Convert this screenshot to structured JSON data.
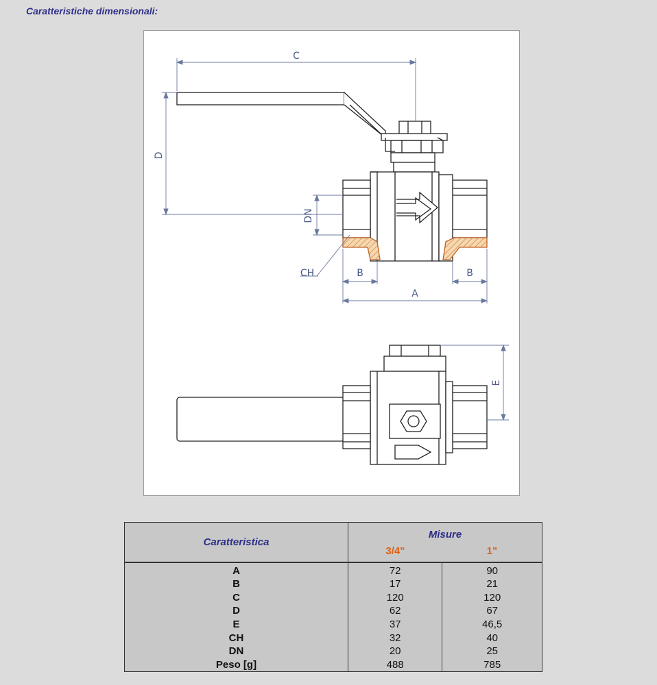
{
  "title": "Caratteristiche dimensionali:",
  "drawing": {
    "dimensions": [
      "A",
      "B",
      "B",
      "C",
      "D",
      "DN",
      "CH",
      "E"
    ]
  },
  "table": {
    "header_characteristic": "Caratteristica",
    "header_measures": "Misure",
    "sizes": [
      "3/4\"",
      "1\""
    ],
    "rows": [
      {
        "label": "A",
        "v1": "72",
        "v2": "90"
      },
      {
        "label": "B",
        "v1": "17",
        "v2": "21"
      },
      {
        "label": "C",
        "v1": "120",
        "v2": "120"
      },
      {
        "label": "D",
        "v1": "62",
        "v2": "67"
      },
      {
        "label": "E",
        "v1": "37",
        "v2": "46,5"
      },
      {
        "label": "CH",
        "v1": "32",
        "v2": "40"
      },
      {
        "label": "DN",
        "v1": "20",
        "v2": "25"
      },
      {
        "label": "Peso [g]",
        "v1": "488",
        "v2": "785"
      }
    ]
  },
  "colors": {
    "title": "#2e2e8a",
    "size_header": "#e06010",
    "hatch": "#e0a060",
    "dimension_lines": "#4a5a8a"
  }
}
